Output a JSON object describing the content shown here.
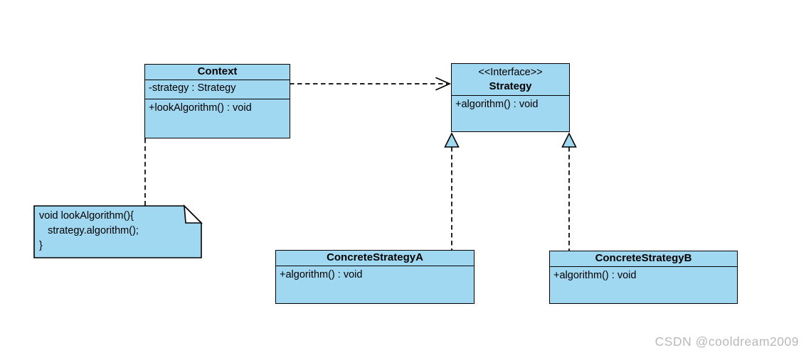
{
  "diagram": {
    "type": "uml-class-diagram",
    "pattern": "Strategy",
    "colors": {
      "background": "#FFFFFF",
      "box_fill": "#A1D8F1",
      "box_border": "#000000",
      "line": "#000000",
      "note_fold": "#FFFFFF",
      "watermark": "#B9B9B9"
    },
    "classes": {
      "context": {
        "name": "Context",
        "attributes": [
          "-strategy : Strategy"
        ],
        "methods": [
          "+lookAlgorithm() : void"
        ]
      },
      "strategy": {
        "stereotype": "<<Interface>>",
        "name": "Strategy",
        "methods": [
          "+algorithm() : void"
        ]
      },
      "concrete_a": {
        "name": "ConcreteStrategyA",
        "methods": [
          "+algorithm() : void"
        ]
      },
      "concrete_b": {
        "name": "ConcreteStrategyB",
        "methods": [
          "+algorithm() : void"
        ]
      }
    },
    "note": {
      "lines": {
        "0": "void lookAlgorithm(){",
        "1": "   strategy.algorithm();",
        "2": "}"
      }
    },
    "relationships": [
      {
        "type": "dependency",
        "from": "Context",
        "to": "Strategy",
        "line": "dashed",
        "end": "open-arrow"
      },
      {
        "type": "realization",
        "from": "ConcreteStrategyA",
        "to": "Strategy",
        "line": "dashed",
        "end": "hollow-triangle"
      },
      {
        "type": "realization",
        "from": "ConcreteStrategyB",
        "to": "Strategy",
        "line": "dashed",
        "end": "hollow-triangle"
      },
      {
        "type": "note-anchor",
        "from": "note",
        "to": "Context",
        "line": "dashed",
        "end": "none"
      }
    ],
    "watermark": "CSDN @cooldream2009"
  }
}
